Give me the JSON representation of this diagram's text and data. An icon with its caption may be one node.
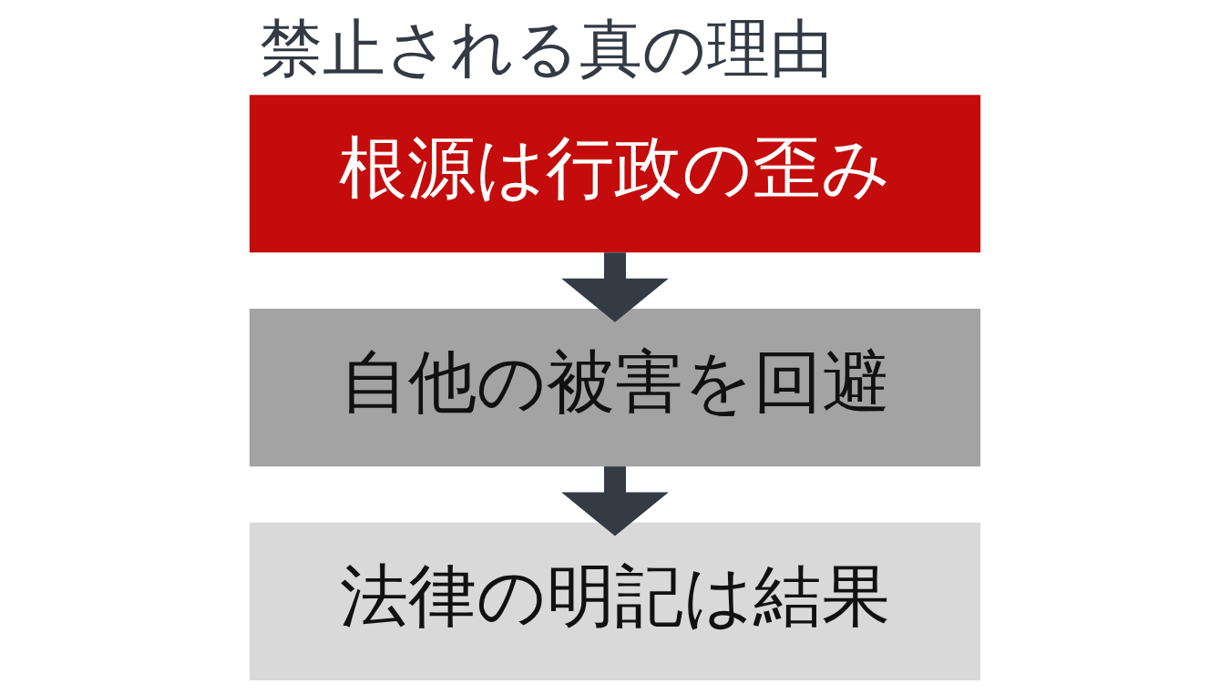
{
  "diagram": {
    "title": "禁止される真の理由",
    "nodes": [
      {
        "text": [
          "根源は行政の歪み"
        ]
      },
      {
        "text": [
          "自他の被害を回避"
        ]
      },
      {
        "text": [
          "法律の明記は結果"
        ]
      }
    ],
    "edges": [
      {
        "from": 0,
        "to": 1,
        "arrow": "to"
      },
      {
        "from": 1,
        "to": 2,
        "arrow": "to"
      }
    ]
  }
}
